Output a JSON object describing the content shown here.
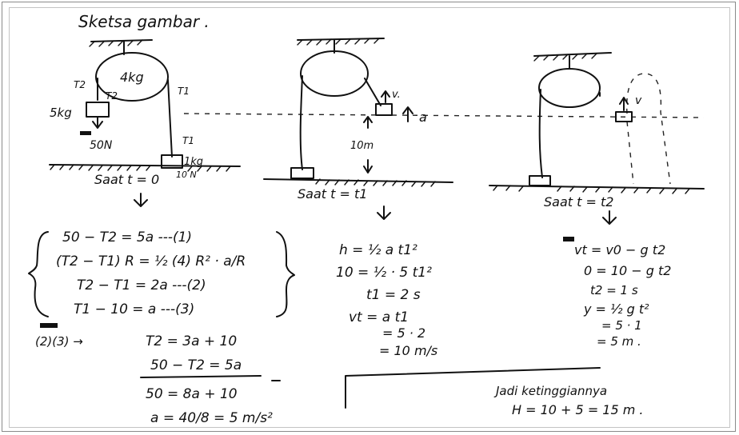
{
  "title": "Sketsa gambar .",
  "diagram1": {
    "mass_top": "4kg",
    "mass_left": "5kg",
    "mass_right": "1kg",
    "weight_left": "50N",
    "weight_right": "10 N",
    "tension_label_t2a": "T2",
    "tension_label_t2b": "T2",
    "tension_label_t1a": "T1",
    "tension_label_t1b": "T1",
    "caption": "Saat t = 0"
  },
  "diagram2": {
    "velocity": "v.",
    "accel": "a",
    "height": "10m",
    "caption": "Saat t = t1"
  },
  "diagram3": {
    "velocity": "v",
    "caption": "Saat t = t2"
  },
  "equations_left": [
    "50 − T2 = 5a   ---(1)",
    "(T2 − T1) R = ½ (4) R² · a/R",
    "T2 − T1 = 2a   ---(2)",
    "T1 − 10 = a   ---(3)"
  ],
  "derivation_left": {
    "intro": "(2)(3) →",
    "line1": "T2 = 3a + 10",
    "line2": "50 − T2 = 5a",
    "line3": "50 = 8a + 10",
    "line4": "a = 40/8 = 5 m/s²"
  },
  "equations_middle": [
    "h = ½ a t1²",
    "10 = ½ · 5 t1²",
    "t1 = 2 s",
    "vt = a t1",
    "= 5 · 2",
    "= 10 m/s"
  ],
  "equations_right": [
    "vt = v0 − g t2",
    "0 = 10 − g t2",
    "t2 = 1 s",
    "y = ½ g t²",
    "= 5 · 1",
    "= 5 m ."
  ],
  "conclusion": {
    "line1": "Jadi ketinggiannya",
    "line2": "H = 10 + 5 = 15 m ."
  }
}
